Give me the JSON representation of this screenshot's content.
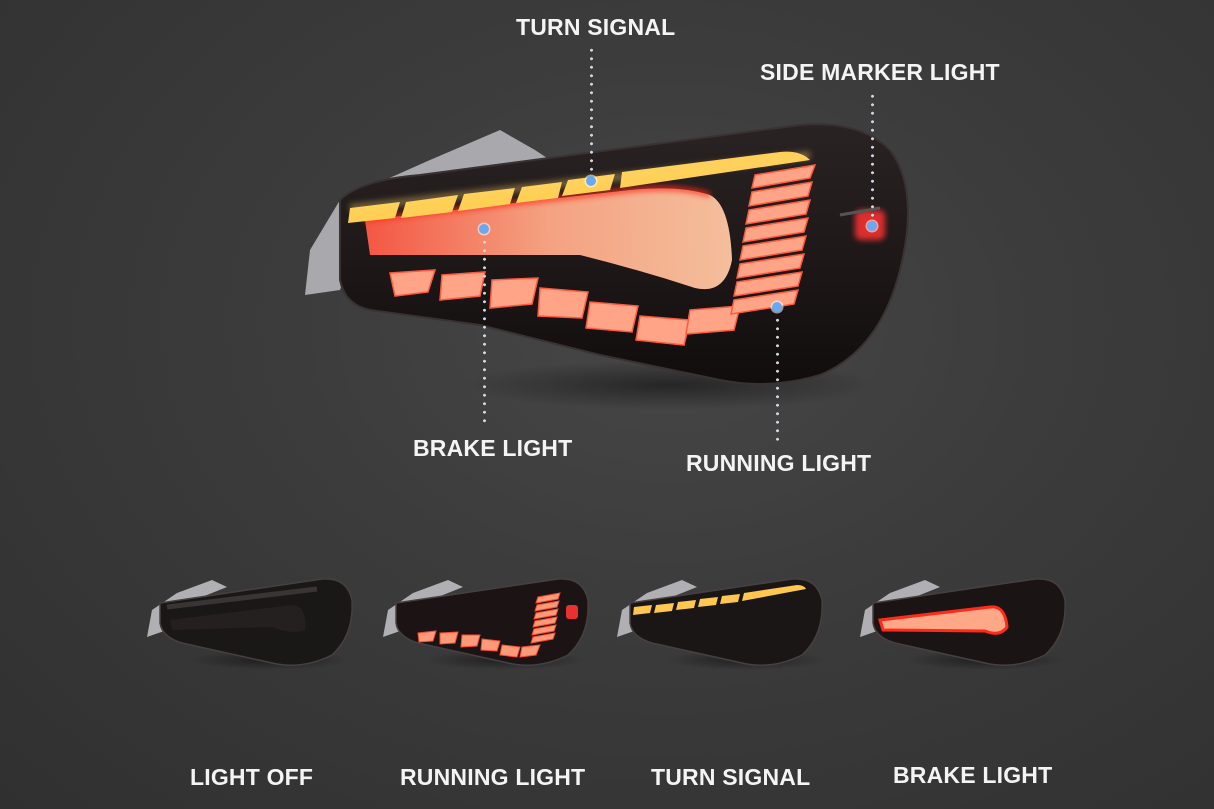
{
  "hero": {
    "callouts": [
      {
        "id": "turn",
        "label": "TURN SIGNAL"
      },
      {
        "id": "side",
        "label": "SIDE MARKER LIGHT"
      },
      {
        "id": "brake",
        "label": "BRAKE LIGHT"
      },
      {
        "id": "running",
        "label": "RUNNING LIGHT"
      }
    ],
    "marker_color": "#6aa8f0",
    "colors": {
      "amber": "#ffc94a",
      "red": "#ff4a35",
      "glow": "#ffb48a",
      "housing": "#1a1414",
      "background": "#3a3a3a"
    }
  },
  "variants": [
    {
      "label": "LIGHT OFF",
      "state": "off"
    },
    {
      "label": "RUNNING LIGHT",
      "state": "running"
    },
    {
      "label": "TURN SIGNAL",
      "state": "turn"
    },
    {
      "label": "BRAKE LIGHT",
      "state": "brake"
    }
  ]
}
